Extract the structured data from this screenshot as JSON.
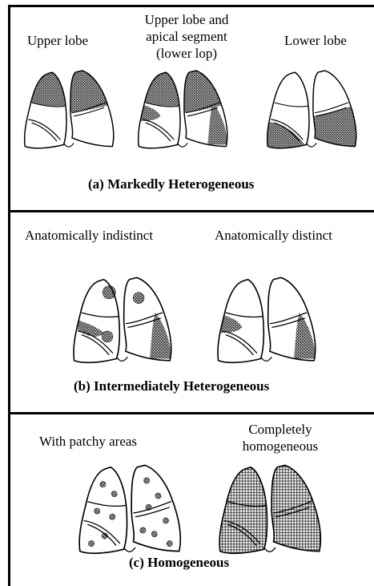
{
  "panels": [
    {
      "caption": "(a) Markedly Heterogeneous",
      "labels": [
        "Upper lobe",
        "Upper lobe and apical segment (lower lop)",
        "Lower lobe"
      ],
      "label_lines": [
        [
          "Upper lobe"
        ],
        [
          "Upper lobe and",
          "apical segment",
          "(lower lop)"
        ],
        [
          "Lower lobe"
        ]
      ]
    },
    {
      "caption": "(b) Intermediately Heterogeneous",
      "labels": [
        "Anatomically indistinct",
        "Anatomically distinct"
      ]
    },
    {
      "caption": "(c) Homogeneous",
      "labels": [
        "With patchy areas",
        "Completely homogeneous"
      ],
      "label_lines": [
        [
          "With patchy areas"
        ],
        [
          "Completely",
          "homogeneous"
        ]
      ]
    }
  ],
  "colors": {
    "line": "#000000",
    "shade": "#333333",
    "background": "#ffffff"
  }
}
